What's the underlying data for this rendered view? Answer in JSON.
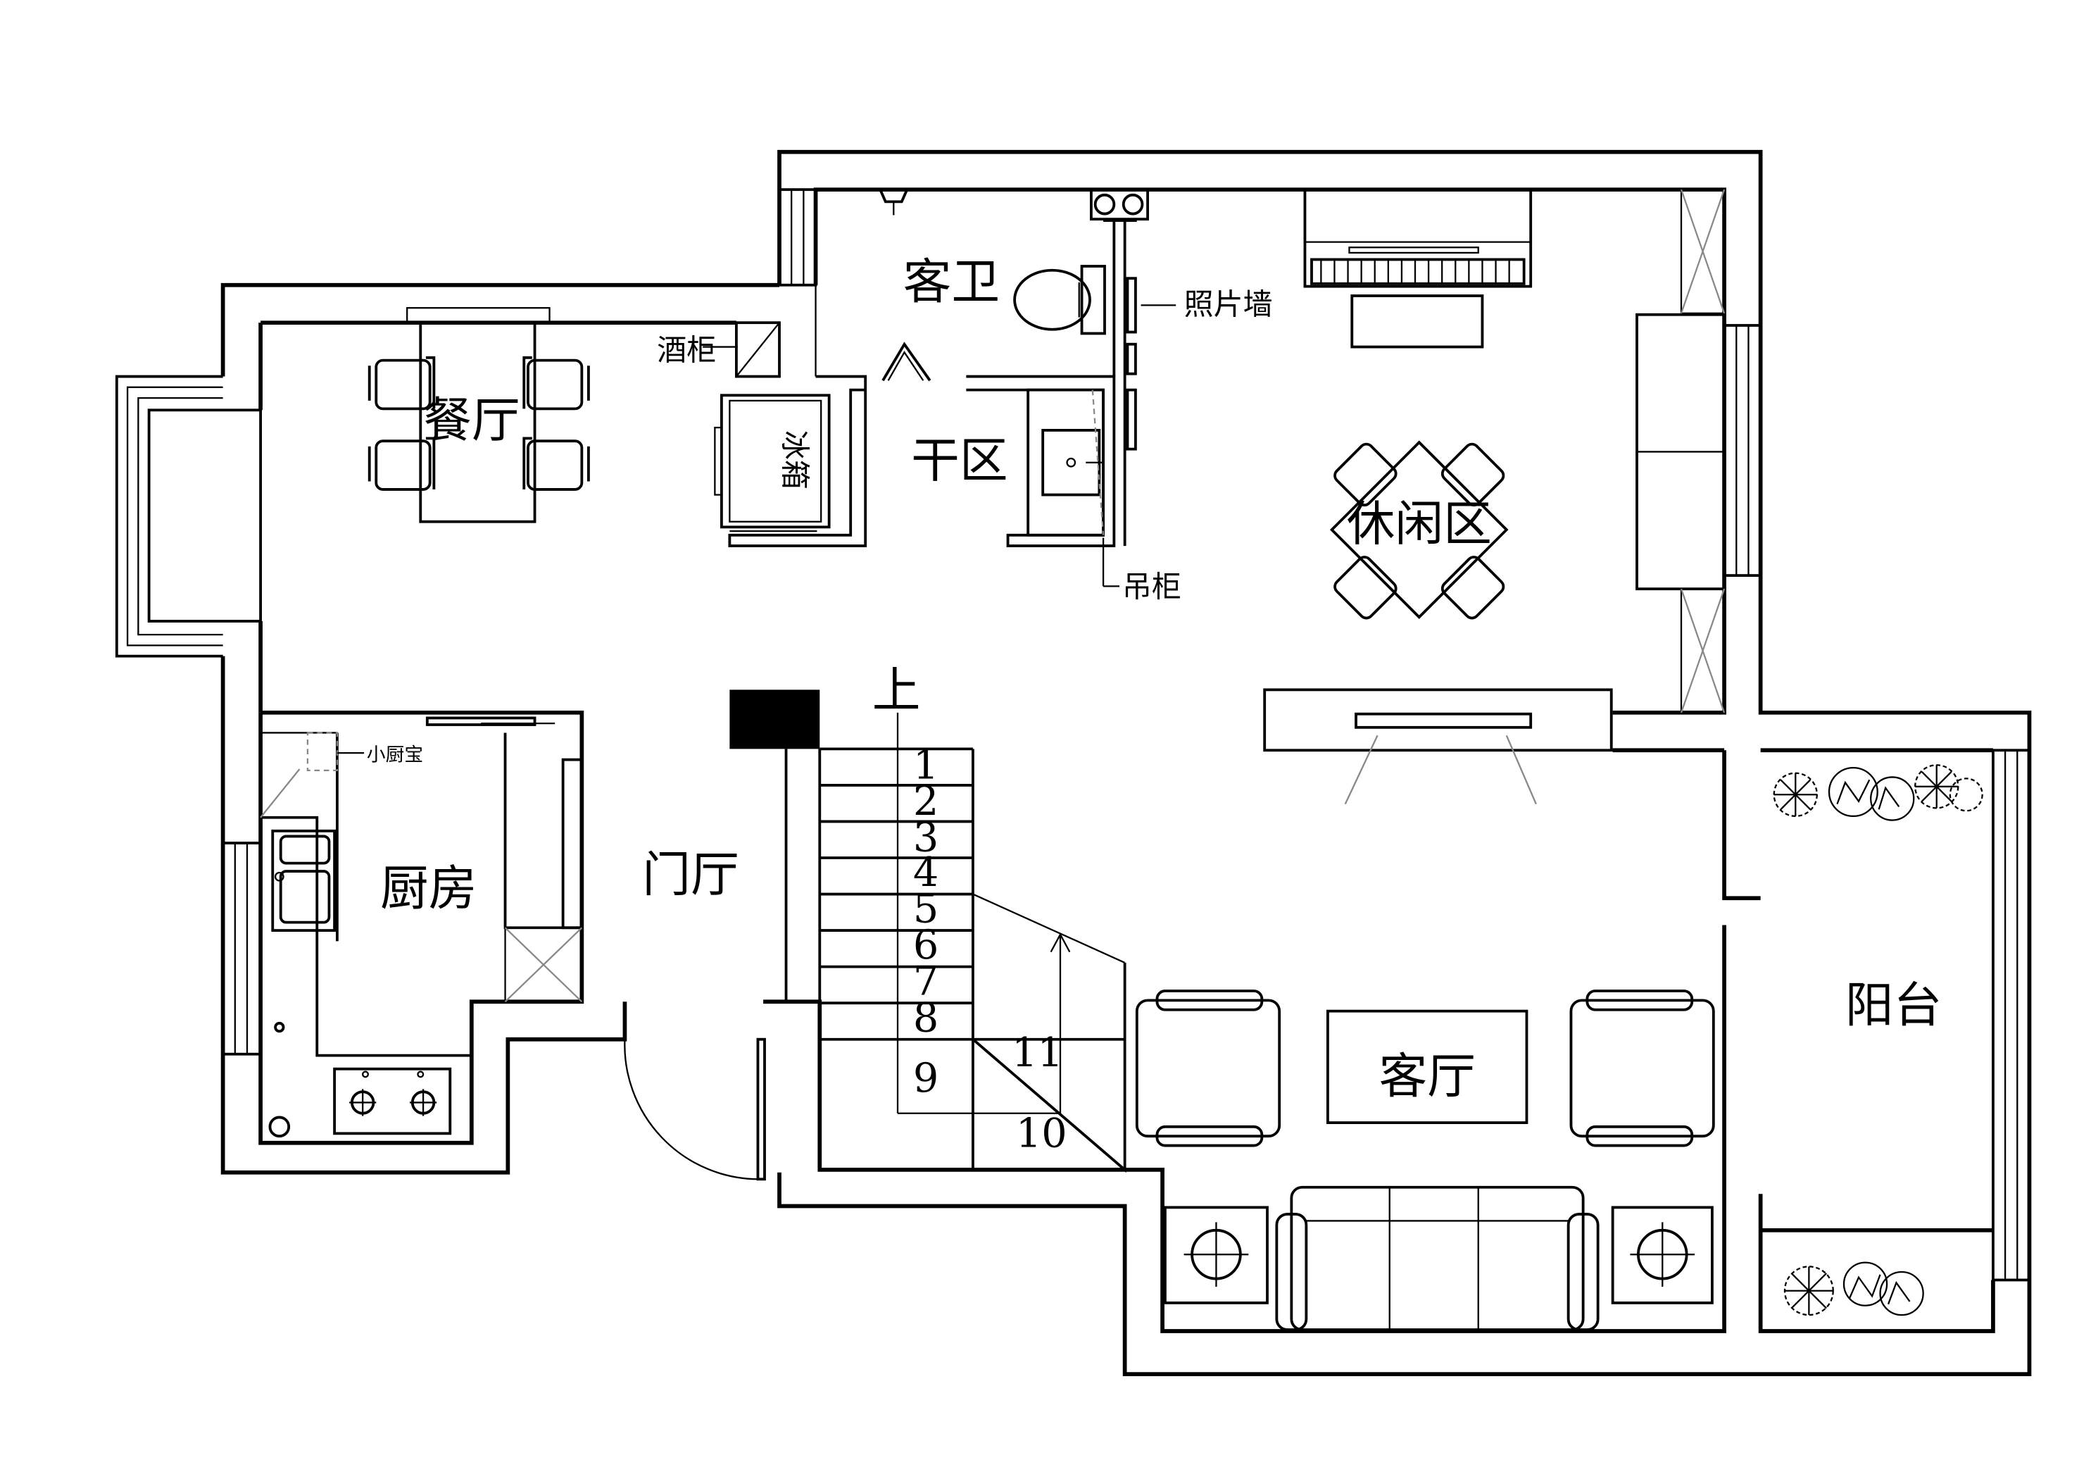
{
  "rooms": {
    "guest_bath": "客卫",
    "dining": "餐厅",
    "dry_area": "干区",
    "leisure": "休闲区",
    "kitchen": "厨房",
    "foyer": "门厅",
    "living": "客厅",
    "balcony": "阳台"
  },
  "notes": {
    "wine_cabinet": "酒柜",
    "photo_wall": "照片墙",
    "hanging_cabinet": "吊柜",
    "small_kitchen_appliance": "小厨宝",
    "fridge": "冰箱",
    "stair_up": "上"
  },
  "stairs": {
    "steps": [
      "1",
      "2",
      "3",
      "4",
      "5",
      "6",
      "7",
      "8",
      "9",
      "10",
      "11"
    ]
  }
}
